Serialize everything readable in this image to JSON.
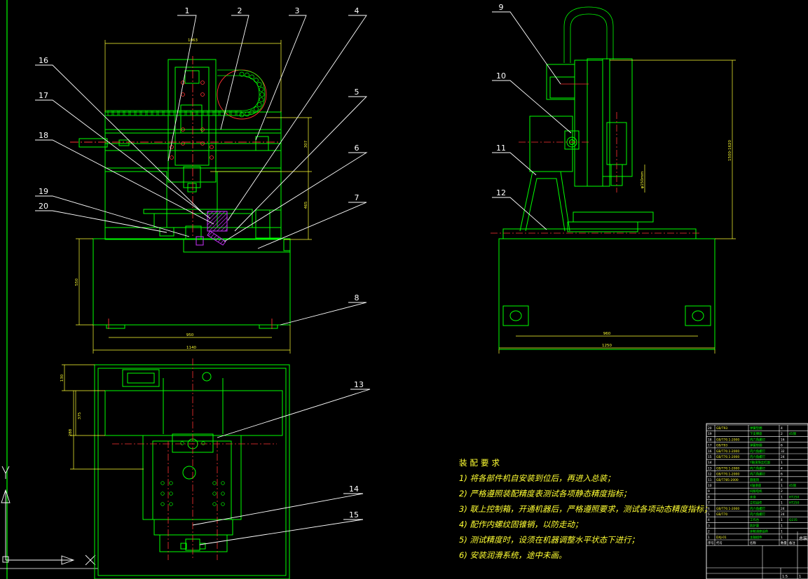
{
  "balloons": [
    "1",
    "2",
    "3",
    "4",
    "5",
    "6",
    "7",
    "8",
    "9",
    "10",
    "11",
    "12",
    "13",
    "14",
    "15",
    "16",
    "17",
    "18",
    "19",
    "20"
  ],
  "dimensions": {
    "front_top_width": "1063",
    "front_upper_right": "307",
    "front_mid_right": "465",
    "front_left_height": "550",
    "front_base_inner": "950",
    "front_base_outer": "1140",
    "side_right_height": "1500-1620",
    "side_spindle": "φ150mm",
    "side_base_inner": "960",
    "side_base_outer": "1250",
    "plan_left_top": "130",
    "plan_left_mid": "375",
    "plan_left_outer": "288"
  },
  "notes": {
    "title": "装配要求",
    "items": [
      "1) 将各部件机自安装到位后，再进入总装；",
      "2) 严格遵照装配精度表测试各项静态精度指标；",
      "3) 联上控制箱，开通机器后，严格遵照要求，测试各项动态精度指标；",
      "4) 配作内螺纹固锥销，以防走动；",
      "5) 测试精度时，设须在机器调整水平状态下进行；",
      "6) 安装润滑系统，途中未画。"
    ]
  },
  "bom_rows": [
    {
      "no": "20",
      "code": "GB/T93",
      "name": "弹簧垫圈",
      "qty": "4",
      "note": ""
    },
    {
      "no": "19",
      "code": "",
      "name": "下支撑座",
      "qty": "2",
      "note": "45钢"
    },
    {
      "no": "18",
      "code": "GB/T70.1-2000",
      "name": "内六角螺钉",
      "qty": "16",
      "note": ""
    },
    {
      "no": "17",
      "code": "GB/T93",
      "name": "弹簧垫圈",
      "qty": "6",
      "note": ""
    },
    {
      "no": "16",
      "code": "GB/T70.1-2000",
      "name": "内六角螺钉",
      "qty": "32",
      "note": ""
    },
    {
      "no": "15",
      "code": "GB/T70.1-2000",
      "name": "内六角螺钉",
      "qty": "24",
      "note": ""
    },
    {
      "no": "14",
      "code": "",
      "name": "Y轴滚珠丝杠副",
      "qty": "1",
      "note": ""
    },
    {
      "no": "13",
      "code": "GB/T70.1-2000",
      "name": "内六角螺钉",
      "qty": "4",
      "note": ""
    },
    {
      "no": "12",
      "code": "GB/T70.1-2000",
      "name": "内六角螺钉",
      "qty": "6",
      "note": ""
    },
    {
      "no": "11",
      "code": "GB/T785-2000",
      "name": "圆锥销",
      "qty": "4",
      "note": ""
    },
    {
      "no": "10",
      "code": "",
      "name": "X轴滑座",
      "qty": "1",
      "note": "45钢"
    },
    {
      "no": "9",
      "code": "",
      "name": "伺服电机",
      "qty": "2",
      "note": ""
    },
    {
      "no": "8",
      "code": "",
      "name": "床身",
      "qty": "1",
      "note": "HT250"
    },
    {
      "no": "7",
      "code": "",
      "name": "立柱组件",
      "qty": "1",
      "note": "HT250"
    },
    {
      "no": "6",
      "code": "GB/T70.1-2000",
      "name": "内六角螺钉",
      "qty": "24",
      "note": ""
    },
    {
      "no": "5",
      "code": "GB/T70",
      "name": "内六角螺钉",
      "qty": "24",
      "note": ""
    },
    {
      "no": "4",
      "code": "",
      "name": "工作台",
      "qty": "1",
      "note": "Q235"
    },
    {
      "no": "3",
      "code": "",
      "name": "防护罩",
      "qty": "1",
      "note": ""
    },
    {
      "no": "2",
      "code": "",
      "name": "床鞍滑座组件",
      "qty": "1",
      "note": ""
    },
    {
      "no": "1",
      "code": "DXJ-01",
      "name": "主轴组件",
      "qty": "1",
      "note": ""
    }
  ],
  "bom_header": [
    "序号",
    "代号",
    "名称",
    "数量",
    "备注"
  ],
  "title_block": {
    "drawing_title": "总装图",
    "scale": "1:5",
    "sheet": "1"
  },
  "colors": {
    "frame": "#00ff00",
    "dim": "#ffff33",
    "leader": "#ffffff",
    "center": "#ff3333",
    "accent": "#cc33ff",
    "fixture": "#00ffff"
  }
}
